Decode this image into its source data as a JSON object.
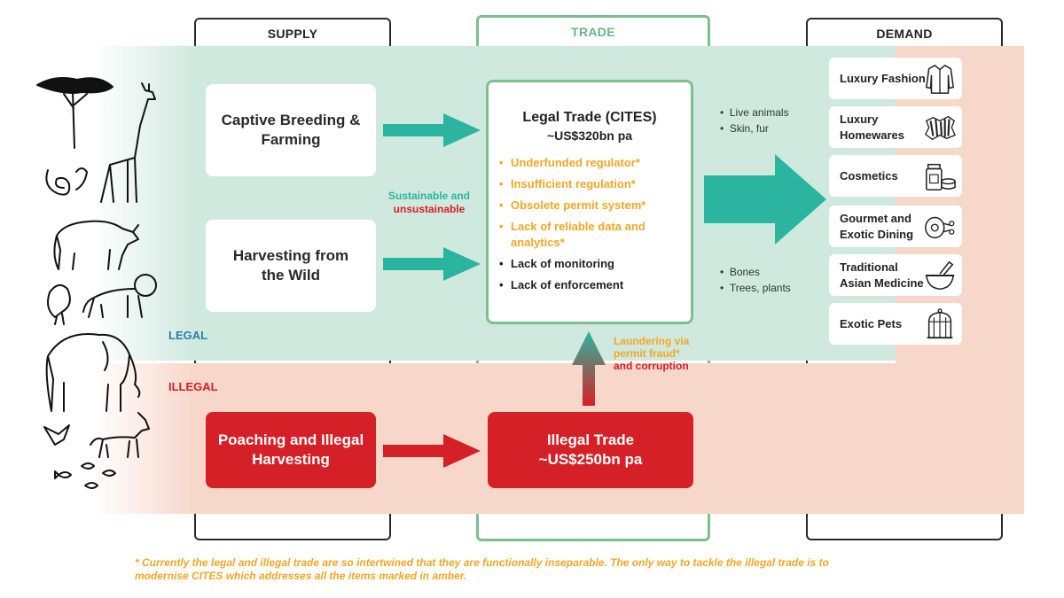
{
  "columns": {
    "supply": "SUPPLY",
    "trade": "TRADE",
    "demand": "DEMAND"
  },
  "zones": {
    "legal": "LEGAL",
    "illegal": "ILLEGAL"
  },
  "supply": {
    "captive": "Captive Breeding & Farming",
    "wild": "Harvesting from the Wild",
    "poaching": "Poaching and Illegal Harvesting"
  },
  "arrow_note": {
    "line1": "Sustainable and",
    "line2": "unsustainable"
  },
  "legal_trade": {
    "title": "Legal Trade (CITES)",
    "value": "~US$320bn pa",
    "issues": [
      {
        "text": "Underfunded regulator*",
        "amber": true
      },
      {
        "text": "Insufficient regulation*",
        "amber": true
      },
      {
        "text": "Obsolete permit system*",
        "amber": true
      },
      {
        "text": "Lack of reliable data and analytics*",
        "amber": true
      },
      {
        "text": "Lack of monitoring",
        "amber": false
      },
      {
        "text": "Lack of enforcement",
        "amber": false
      }
    ]
  },
  "illegal_trade": {
    "title": "Illegal Trade",
    "value": "~US$250bn pa"
  },
  "laundering": {
    "line1": "Laundering via",
    "line2": "permit fraud*",
    "line3": "and corruption"
  },
  "products_top": [
    "Live animals",
    "Skin, fur"
  ],
  "products_bottom": [
    "Bones",
    "Trees, plants"
  ],
  "demand": [
    {
      "label": "Luxury Fashion",
      "icon": "coat-icon"
    },
    {
      "label": "Luxury Homewares",
      "icon": "zebra-rug-icon"
    },
    {
      "label": "Cosmetics",
      "icon": "cosmetics-jar-icon"
    },
    {
      "label": "Gourmet and Exotic Dining",
      "icon": "meat-icon"
    },
    {
      "label": "Traditional Asian Medicine",
      "icon": "mortar-pestle-icon"
    },
    {
      "label": "Exotic Pets",
      "icon": "birdcage-icon"
    }
  ],
  "footnote": "* Currently the legal and illegal trade are so intertwined that they are functionally inseparable. The only way to tackle the illegal trade is to modernise CITES which addresses all the items marked in amber.",
  "colors": {
    "teal": "#2bb5a0",
    "red": "#d62027",
    "amber": "#f5a623",
    "green_frame": "#7dbf8e",
    "legal_band": "#cfe9df",
    "illegal_band": "#f7d7ca"
  }
}
